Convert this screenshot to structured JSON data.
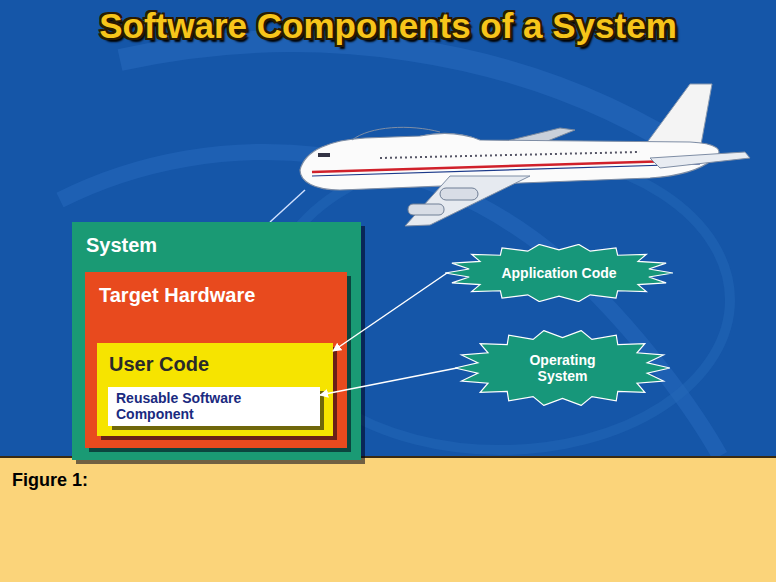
{
  "diagram": {
    "title": "Software Components of a System",
    "caption": "Figure 1:",
    "nodes": [
      {
        "text": [
          "System"
        ]
      },
      {
        "text": [
          "Target Hardware"
        ],
        "in": 0
      },
      {
        "text": [
          "User Code"
        ],
        "in": 1
      },
      {
        "text": [
          "Reusable Software Component"
        ],
        "in": 2
      },
      {
        "text": [
          "Application Code"
        ]
      },
      {
        "text": [
          "Operating System"
        ]
      }
    ],
    "edges": [
      {
        "from": 4,
        "to": 2,
        "arrow": "to"
      },
      {
        "from": 5,
        "to": 3,
        "arrow": "to"
      }
    ]
  }
}
